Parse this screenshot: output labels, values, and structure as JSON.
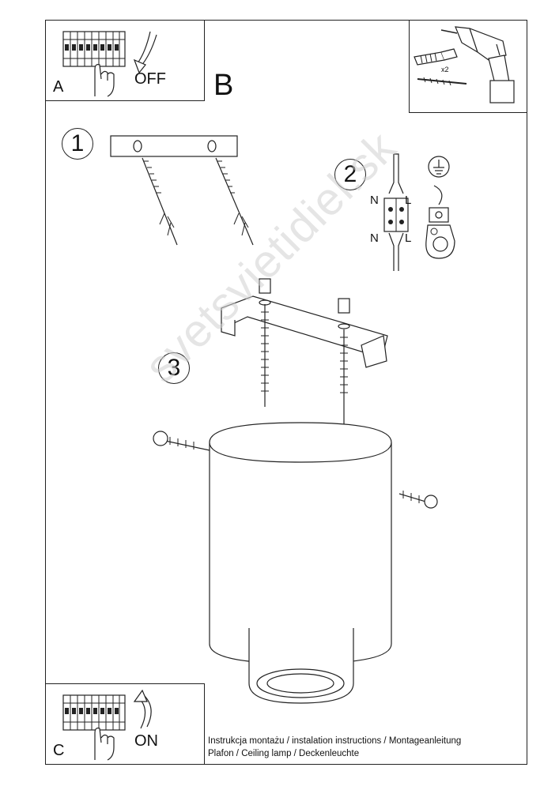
{
  "panel_a": {
    "letter": "A",
    "switch_label": "OFF"
  },
  "panel_b": {
    "letter": "B",
    "drill_qty": "x2"
  },
  "panel_c": {
    "letter": "C",
    "switch_label": "ON"
  },
  "steps": {
    "step1": "1",
    "step2": "2",
    "step3": "3"
  },
  "wiring": {
    "n_top": "N",
    "l_top": "L",
    "n_bottom": "N",
    "l_bottom": "L"
  },
  "watermark": "svetsvietidiel.sk",
  "footer": {
    "line1": "Instrukcja montażu / instalation instructions / Montageanleitung",
    "line2": "Plafon / Ceiling lamp / Deckenleuchte"
  }
}
